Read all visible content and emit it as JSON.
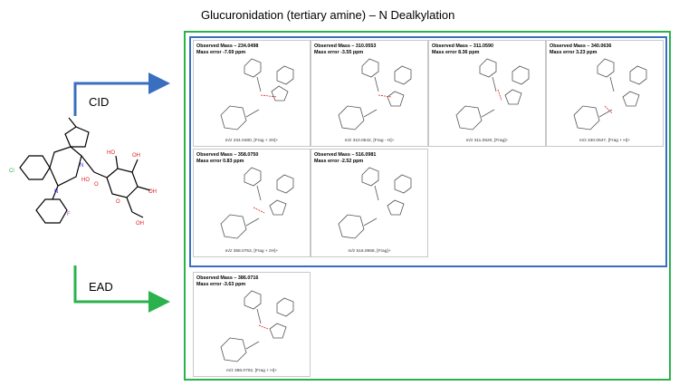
{
  "title": "Glucuronidation (tertiary amine) – N Dealkylation",
  "labels": {
    "cid": "CID",
    "ead": "EAD"
  },
  "colors": {
    "cid_arrow": "#3a6fc0",
    "ead_arrow": "#2bb24c",
    "outer_box": "#2bb24c",
    "inner_box": "#3a6fc0"
  },
  "panels": [
    {
      "mass": "Observed Mass – 234.0498",
      "error": "Mass error -7.69 ppm",
      "caption": "m/z 234.0480, [Frag + 3H]+"
    },
    {
      "mass": "Observed Mass – 310.0553",
      "error": "Mass error -3.55 ppm",
      "caption": "m/z 310.0542, [Frag - H]+"
    },
    {
      "mass": "Observed Mass – 311.0590",
      "error": "Mass error 8.36 ppm",
      "caption": "m/z 311.0620, [Frag]+"
    },
    {
      "mass": "Observed Mass – 340.0636",
      "error": "Mass error 3.23 ppm",
      "caption": "m/z 340.0647, [Frag + H]+"
    },
    {
      "mass": "Observed Mass – 358.0750",
      "error": "Mass error 0.83 ppm",
      "caption": "m/z 358.0753, [Frag + 2H]+"
    },
    {
      "mass": "Observed Mass – 516.0981",
      "error": "Mass error -2.52 ppm",
      "caption": "m/z 516.0968, [Frag]+"
    },
    {
      "mass": "Observed Mass – 386.0716",
      "error": "Mass error -3.63 ppm",
      "caption": "m/z 386.0702, [Frag + H]+"
    }
  ]
}
